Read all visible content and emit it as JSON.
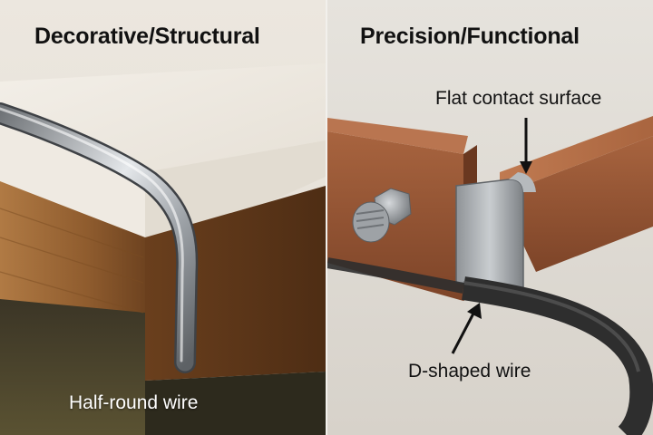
{
  "left_panel": {
    "heading": "Decorative/Structural",
    "label": "Half-round wire"
  },
  "right_panel": {
    "heading": "Precision/Functional",
    "labels": {
      "flat_contact": "Flat contact surface",
      "d_shaped": "D-shaped wire"
    }
  },
  "colors": {
    "countertop": "#ece7df",
    "wood": "#8a5a2e",
    "steel": "#a9adb1",
    "copper_bar": "#9a5a38",
    "dark_wire": "#3a3a3a",
    "background_right": "#ddd9d2"
  }
}
